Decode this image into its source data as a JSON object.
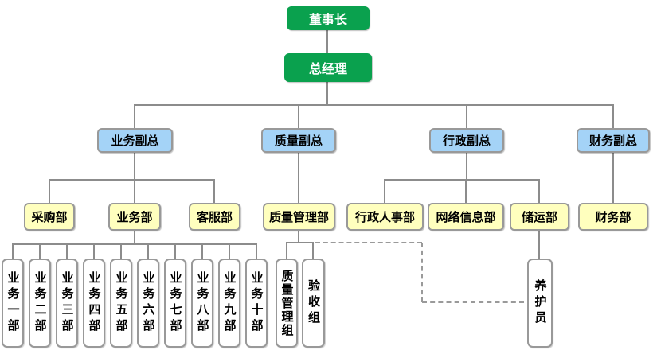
{
  "org": {
    "chairman": "董事长",
    "general_manager": "总经理",
    "vps": {
      "business": "业务副总",
      "quality": "质量副总",
      "admin": "行政副总",
      "finance": "财务副总"
    },
    "departments": {
      "purchasing": "采购部",
      "business": "业务部",
      "customer_service": "客服部",
      "quality_mgmt": "质量管理部",
      "admin_hr": "行政人事部",
      "network_info": "网络信息部",
      "storage_transport": "储运部",
      "finance": "财务部"
    },
    "business_units": [
      "业务一部",
      "业务二部",
      "业务三部",
      "业务四部",
      "业务五部",
      "业务六部",
      "业务七部",
      "业务八部",
      "业务九部",
      "业务十部"
    ],
    "quality_groups": {
      "quality_mgmt_group": "质量管理组",
      "acceptance_group": "验收组"
    },
    "maintenance_staff": "养护员"
  },
  "colors": {
    "executive_green": "#0aa14e",
    "vp_blue": "#a4d3f7",
    "dept_yellow": "#ffffbe",
    "leaf_white": "#ffffff",
    "border_gray": "#999999",
    "line_gray": "#8c8c8c"
  }
}
